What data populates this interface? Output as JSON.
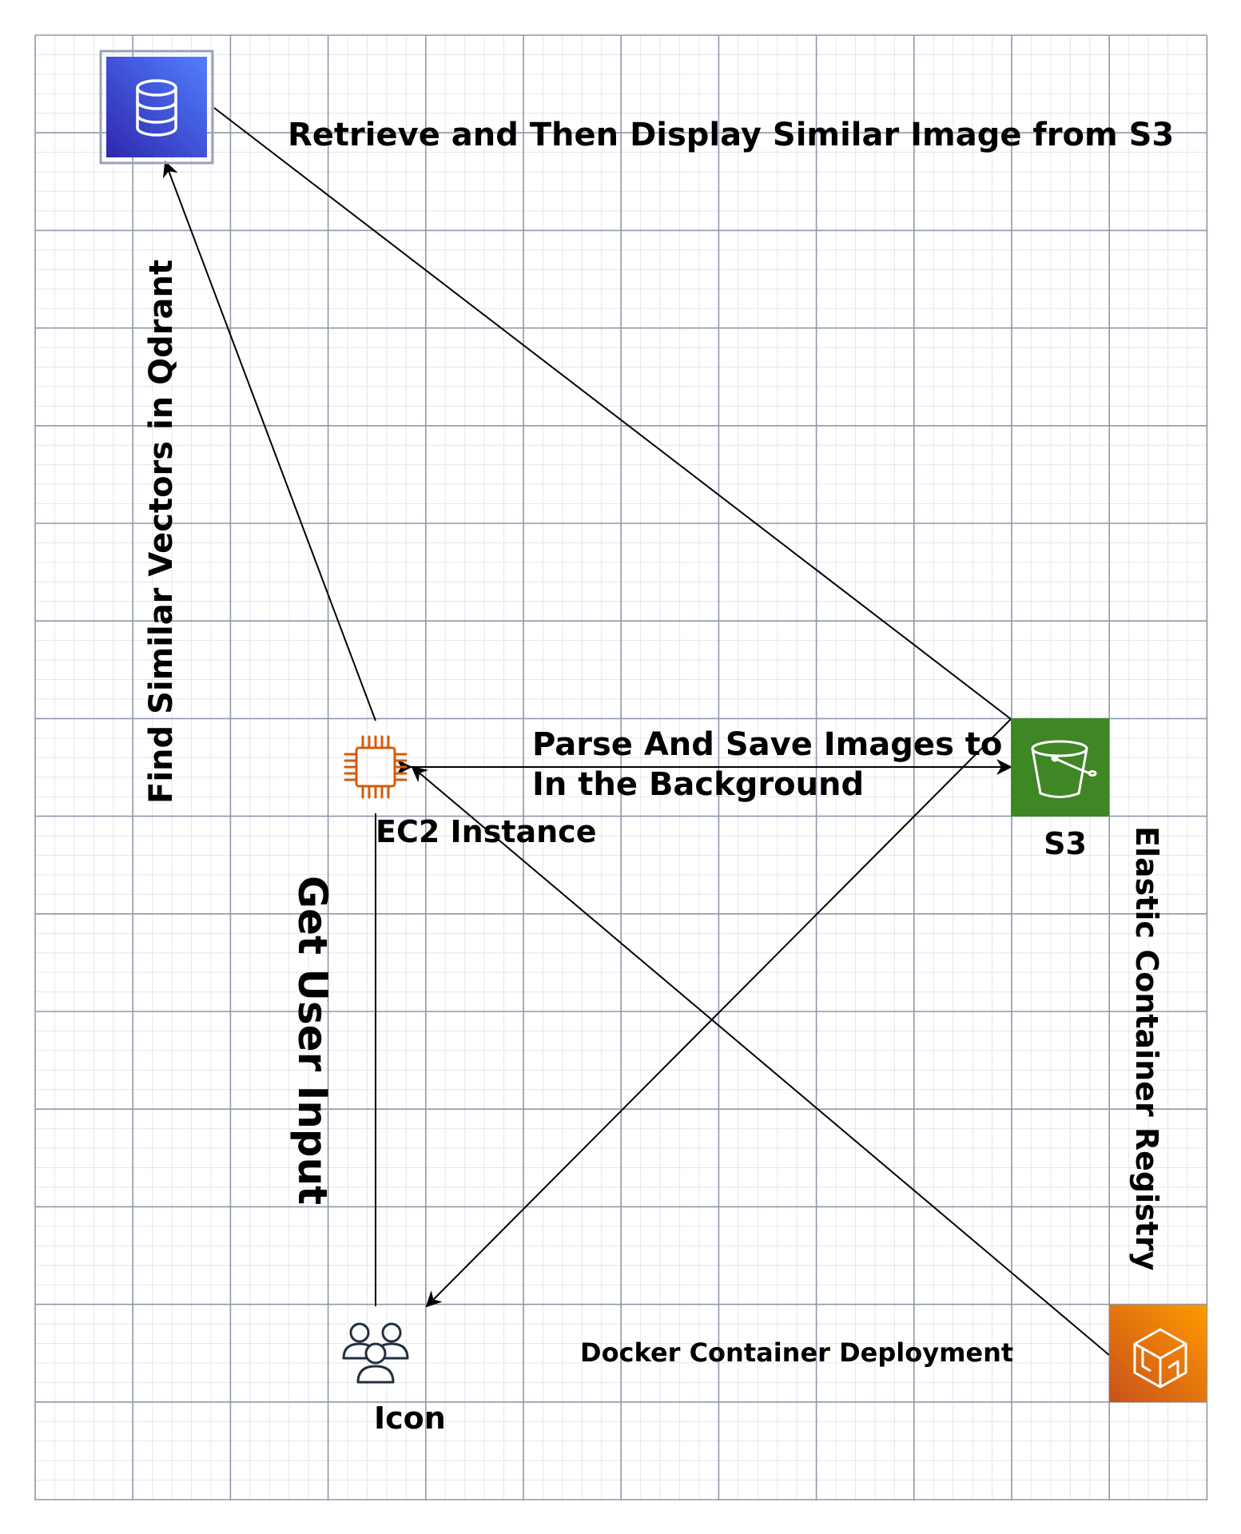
{
  "diagram": {
    "colors": {
      "grid_major": "#8e98aa",
      "grid_minor": "#e2e6ee",
      "database": "#3b48cc",
      "ec2": "#d45b07",
      "s3": "#3f8624",
      "ecr": "#e8620a",
      "users": "#232f3e",
      "edge": "#000000"
    },
    "nodes": {
      "qdrant": {
        "icon": "database-icon"
      },
      "ec2": {
        "icon": "ec2-chip-icon",
        "label": "EC2 Instance"
      },
      "s3": {
        "icon": "s3-bucket-icon",
        "label": "S3"
      },
      "users": {
        "icon": "users-icon",
        "label": "Icon"
      },
      "ecr": {
        "icon": "ecr-container-icon",
        "label": "Elastic Container Registry"
      }
    },
    "edge_labels": {
      "retrieve": "Retrieve and Then Display Similar Image from S3",
      "find_vectors": "Find Similar Vectors in Qdrant",
      "parse_line1": "Parse And Save Images to",
      "parse_line2": "In the Background",
      "get_input": "Get User Input",
      "docker": "Docker Container Deployment"
    }
  }
}
